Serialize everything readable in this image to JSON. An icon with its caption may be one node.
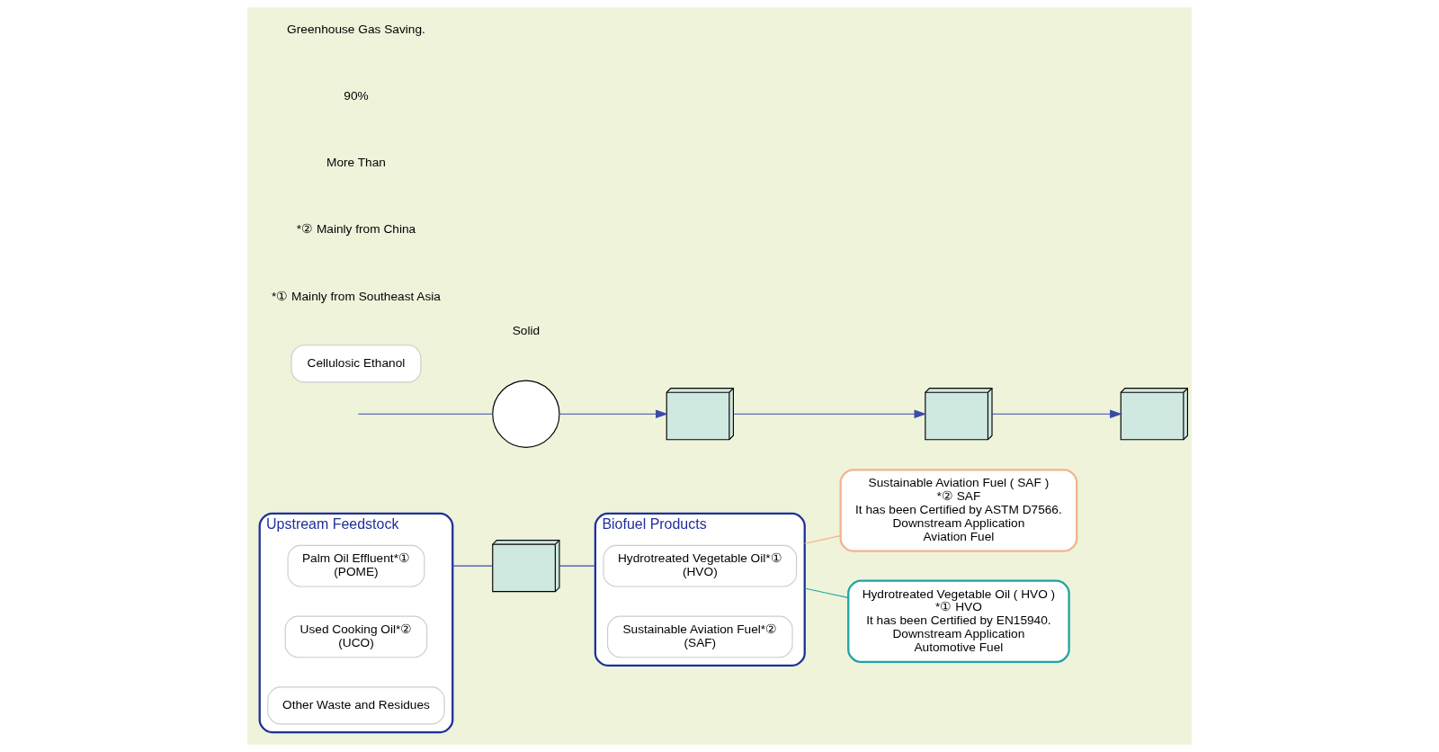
{
  "diagram": {
    "nodes": [
      {
        "text": [
          "Upstream Feedstock"
        ]
      },
      {
        "text": [
          "Palm Oil Effluent*①",
          "(POME)"
        ],
        "in": 0
      },
      {
        "text": [
          "Used Cooking Oil*②",
          "(UCO)"
        ],
        "in": 0
      },
      {
        "text": [
          "Other Waste and Residues"
        ],
        "in": 0
      },
      {
        "text": [],
        "shape": "picture"
      },
      {
        "text": [
          "Biofuel Products"
        ]
      },
      {
        "text": [
          "Hydrotreated Vegetable Oil*①",
          "(HVO)"
        ],
        "in": 5
      },
      {
        "text": [
          "Sustainable Aviation Fuel*②",
          "(SAF)"
        ],
        "in": 5
      },
      {
        "text": [
          "Sustainable Aviation Fuel ( SAF )",
          "*② SAF",
          "It has been Certified by ASTM D7566.",
          "Downstream Application",
          "Aviation Fuel"
        ]
      },
      {
        "text": [
          "Hydrotreated Vegetable Oil ( HVO )",
          "*① HVO",
          "It has been Certified by EN15940.",
          "Downstream Application",
          "Automotive Fuel"
        ]
      },
      {
        "text": [],
        "shape": "circle",
        "beside": [
          "Solid"
        ]
      },
      {
        "text": [],
        "shape": "picture"
      },
      {
        "text": [],
        "shape": "picture"
      },
      {
        "text": [],
        "shape": "picture"
      },
      {
        "text": [
          "Cellulosic Ethanol"
        ]
      }
    ],
    "edges": [
      {
        "from": 0,
        "to": 4,
        "arrow": "none"
      },
      {
        "from": 4,
        "to": 5,
        "arrow": "none"
      },
      {
        "from": 5,
        "to": 8,
        "arrow": "none",
        "color": "#f0b58a"
      },
      {
        "from": 5,
        "to": 9,
        "arrow": "none",
        "color": "#1fa3a3"
      },
      {
        "from": null,
        "to": 10,
        "arrow": "none"
      },
      {
        "from": 10,
        "to": 11,
        "arrow": "to"
      },
      {
        "from": 11,
        "to": 12,
        "arrow": "to"
      },
      {
        "from": 12,
        "to": 13,
        "arrow": "to"
      }
    ],
    "labels": [
      "*① Mainly from Southeast Asia",
      "*② Mainly from China",
      "More Than",
      "90%",
      "Greenhouse Gas Saving."
    ]
  }
}
